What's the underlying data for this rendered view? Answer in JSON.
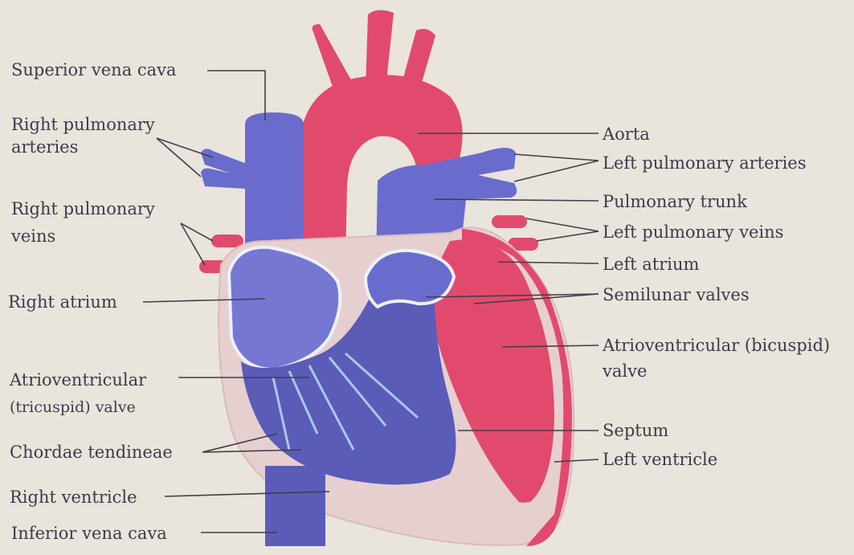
{
  "colors": {
    "background": "#e9e4dc",
    "oxygenated": "#e24a6d",
    "deoxygenated": "#6668c9",
    "muscle": "#e6cfcf",
    "leader": "#3f3f48",
    "text": "#3b3b4a"
  },
  "labels": {
    "superior_vena_cava": "Superior vena cava",
    "right_pulmonary_arteries_1": "Right pulmonary",
    "right_pulmonary_arteries_2": "arteries",
    "right_pulmonary_veins_1": "Right pulmonary",
    "right_pulmonary_veins_2": "veins",
    "right_atrium": "Right atrium",
    "tricuspid_valve_1": "Atrioventricular",
    "tricuspid_valve_2": "(tricuspid) valve",
    "chordae_tendineae": "Chordae tendineae",
    "right_ventricle": "Right ventricle",
    "inferior_vena_cava": "Inferior vena cava",
    "aorta": "Aorta",
    "left_pulmonary_arteries": "Left pulmonary arteries",
    "pulmonary_trunk": "Pulmonary trunk",
    "left_pulmonary_veins": "Left pulmonary veins",
    "left_atrium": "Left atrium",
    "semilunar_valves": "Semilunar valves",
    "bicuspid_valve_1": "Atrioventricular (bicuspid)",
    "bicuspid_valve_2": "valve",
    "septum": "Septum",
    "left_ventricle": "Left ventricle"
  }
}
